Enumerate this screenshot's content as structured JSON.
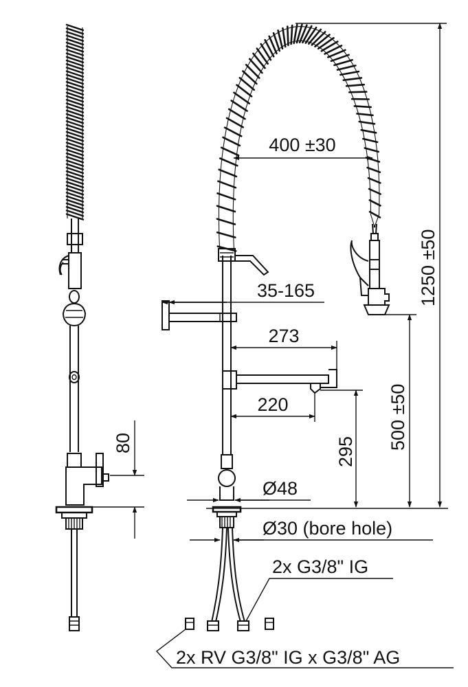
{
  "colors": {
    "ink": "#111111",
    "background": "#ffffff"
  },
  "dimensions": {
    "hose_reach": "400 ±30",
    "overall_height": "1250 ±50",
    "wall_bracket": "35-165",
    "swivel_spout": "273",
    "spout_inner": "220",
    "spray_height": "500 ±50",
    "spout_height": "295",
    "lever_height": "80",
    "base_diameter": "Ø48",
    "bore_hole": "Ø30 (bore hole)"
  },
  "callouts": {
    "connection": "2x G3/8\" IG",
    "check_valves": "2x RV G3/8\" IG x G3/8\" AG"
  }
}
